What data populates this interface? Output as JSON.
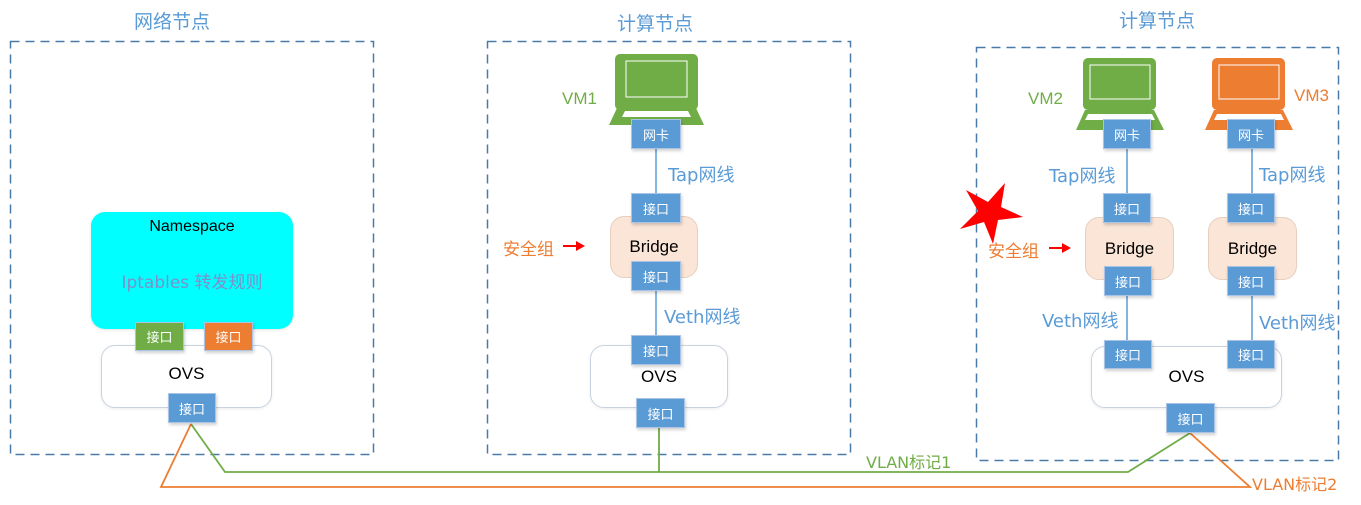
{
  "nodes": {
    "network": {
      "title": "网络节点"
    },
    "compute1": {
      "title": "计算节点"
    },
    "compute2": {
      "title": "计算节点"
    }
  },
  "network_node": {
    "namespace_label": "Namespace",
    "iptables_label": "Iptables 转发规则",
    "ns_port_left": "接口",
    "ns_port_right": "接口",
    "ovs_label": "OVS",
    "ovs_port": "接口"
  },
  "compute_node_1": {
    "vm_label": "VM1",
    "nic_label": "网卡",
    "tap_label": "Tap网线",
    "bridge_top_port": "接口",
    "bridge_label": "Bridge",
    "bridge_bottom_port": "接口",
    "veth_label": "Veth网线",
    "ovs_top_port": "接口",
    "ovs_label": "OVS",
    "ovs_bottom_port": "接口",
    "security_group_label": "安全组"
  },
  "compute_node_2": {
    "vm2_label": "VM2",
    "vm3_label": "VM3",
    "nic_label_vm2": "网卡",
    "nic_label_vm3": "网卡",
    "tap_label_vm2": "Tap网线",
    "tap_label_vm3": "Tap网线",
    "bridge2_top_port": "接口",
    "bridge3_top_port": "接口",
    "bridge2_label": "Bridge",
    "bridge3_label": "Bridge",
    "bridge2_bottom_port": "接口",
    "bridge3_bottom_port": "接口",
    "veth_label_vm2": "Veth网线",
    "veth_label_vm3": "Veth网线",
    "ovs_left_port": "接口",
    "ovs_right_port": "接口",
    "ovs_label": "OVS",
    "ovs_bottom_port": "接口",
    "security_group_label": "安全组"
  },
  "links": {
    "vlan1_label": "VLAN标记1",
    "vlan2_label": "VLAN标记2"
  },
  "colors": {
    "node_border": "#4a7aa7",
    "port_blue": "#5b9bd5",
    "vm_green": "#70ad47",
    "vm_orange": "#ed7d31",
    "namespace_cyan": "#00ffff",
    "bridge_fill": "#fbe5d6",
    "star_red": "#ff0000",
    "arrow_red": "#ff0000"
  }
}
